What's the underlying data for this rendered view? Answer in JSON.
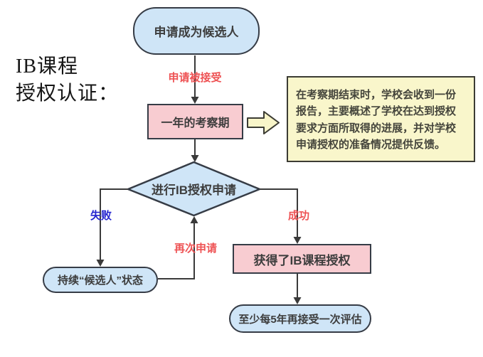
{
  "title": {
    "line1": "IB课程",
    "line2": "授权认证："
  },
  "nodes": {
    "start": {
      "label": "申请成为候选人",
      "shape": "terminator"
    },
    "review": {
      "label": "一年的考察期",
      "shape": "process"
    },
    "decision": {
      "label": "进行IB授权申请",
      "shape": "decision"
    },
    "candidate": {
      "label": "持续“候选人”状态",
      "shape": "terminator"
    },
    "authorized": {
      "label": "获得了IB课程授权",
      "shape": "process"
    },
    "evaluation": {
      "label": "至少每5年再接受一次评估",
      "shape": "terminator"
    }
  },
  "edges": {
    "accepted": {
      "label": "申请被接受",
      "color": "#ee5254"
    },
    "fail": {
      "label": "失败",
      "color": "#2424cf"
    },
    "reapply": {
      "label": "再次申请",
      "color": "#ee5254"
    },
    "success": {
      "label": "成功",
      "color": "#ee5254"
    }
  },
  "note": {
    "text": "在考察期结束时，学校会收到一份报告，主要概述了学校在达到授权要求方面所取得的进展，并对学校申请授权的准备情况提供反馈。"
  },
  "colors": {
    "node_blue_fill": "#cfe5f7",
    "node_pink_fill": "#f8ccd1",
    "note_yellow_fill": "#f9f6cb",
    "border_dark": "#363c46",
    "line_dark": "#3a3a3a",
    "label_red": "#ee5254",
    "label_blue": "#2424cf",
    "block_arrow_fill": "#f8f5c9"
  }
}
